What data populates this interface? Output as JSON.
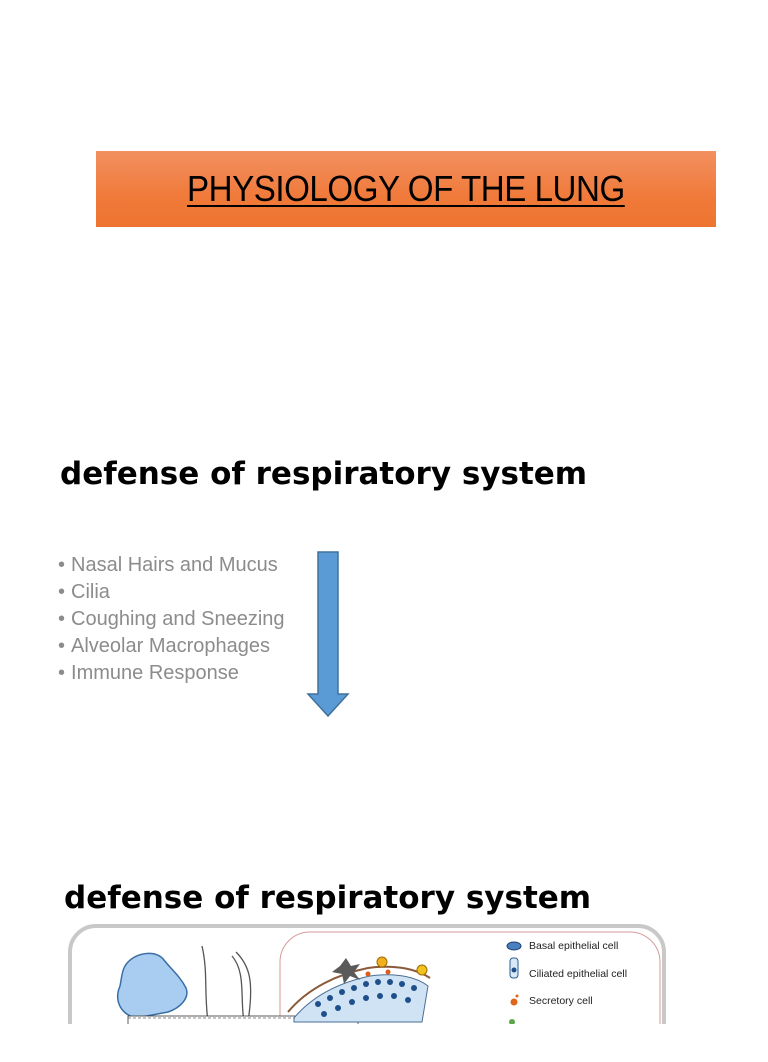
{
  "slide1": {
    "title": "PHYSIOLOGY OF THE LUNG",
    "banner_color": "#f07a3a"
  },
  "slide2": {
    "heading": "defense of respiratory system",
    "bullets": [
      "Nasal Hairs and Mucus",
      "Cilia",
      "Coughing and Sneezing",
      "Alveolar Macrophages",
      "Immune Response"
    ],
    "bullet_color": "#8c8c8c",
    "arrow_color": "#5b9bd5",
    "arrow_icon": "down-arrow-icon"
  },
  "slide3": {
    "heading": "defense of respiratory system",
    "legend": [
      {
        "label": "Basal epithelial cell",
        "icon": "basal-cell-icon"
      },
      {
        "label": "Ciliated epithelial cell",
        "icon": "ciliated-cell-icon"
      },
      {
        "label": "Secretory cell",
        "icon": "secretory-cell-icon"
      }
    ]
  }
}
